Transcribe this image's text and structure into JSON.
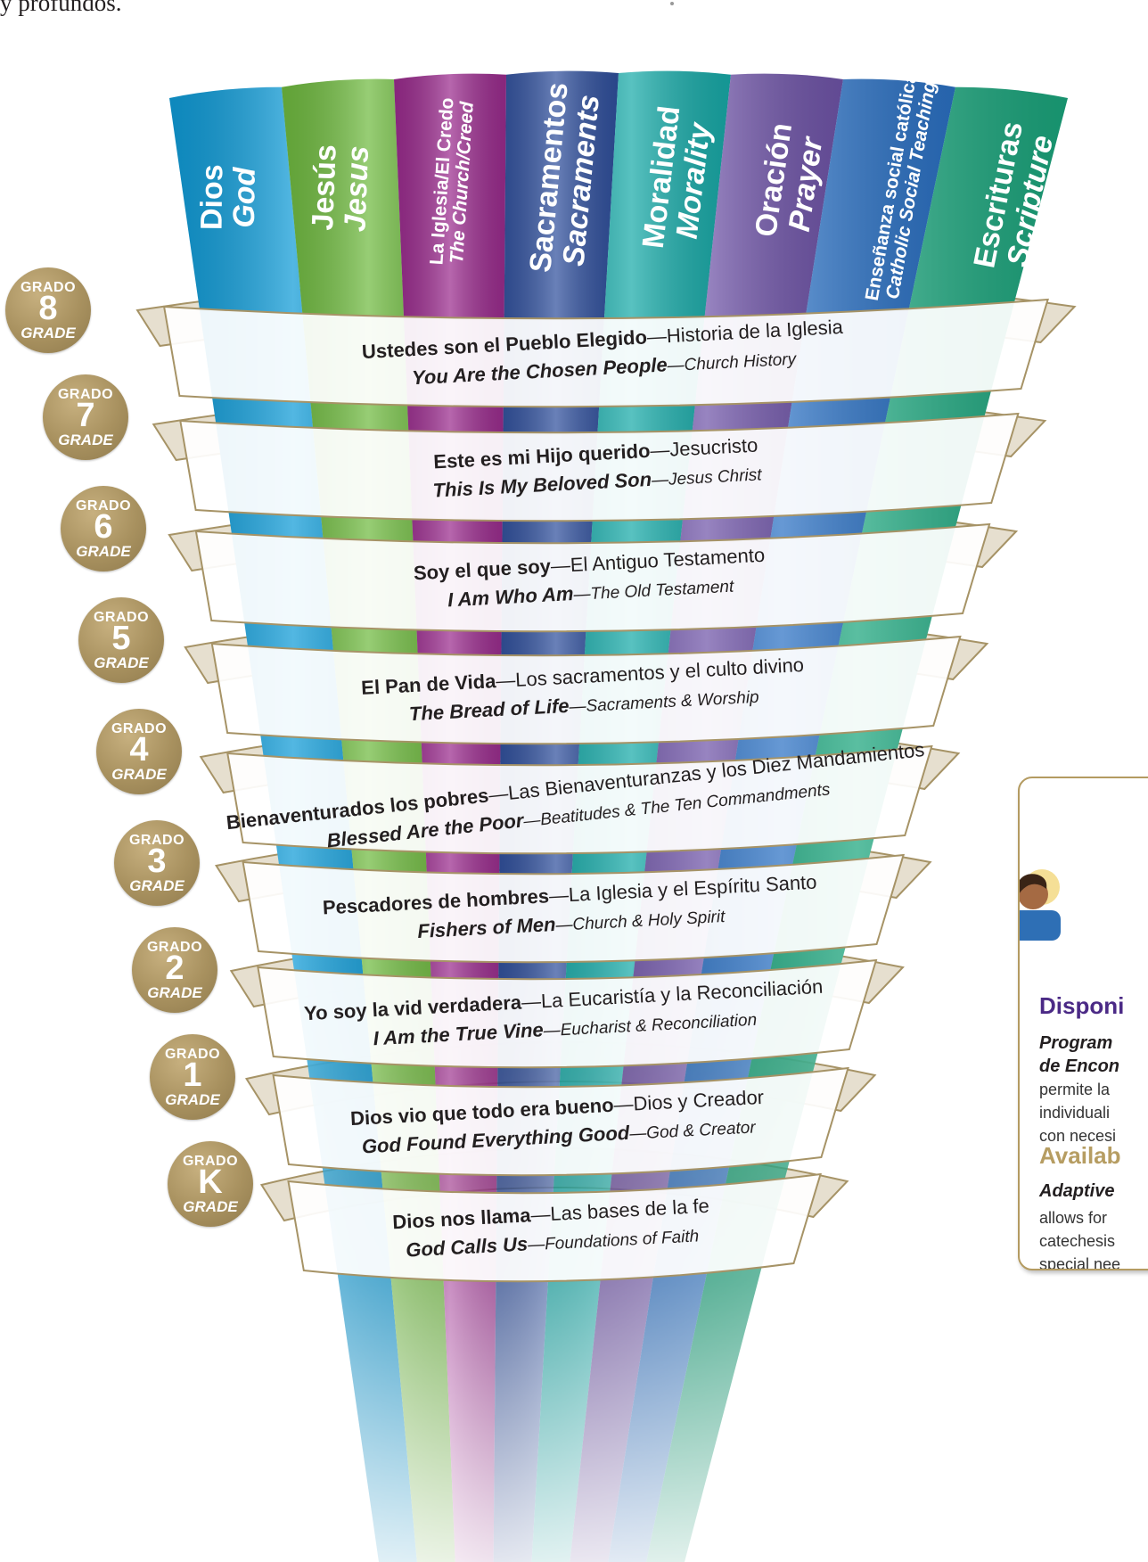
{
  "intro_text": "y profundos.",
  "strands": [
    {
      "es": "Dios",
      "en": "God",
      "color": "#0f9bd7"
    },
    {
      "es": "Jesús",
      "en": "Jesus",
      "color": "#6fba3f"
    },
    {
      "es": "La Iglesia/El Credo",
      "en": "The Church/Creed",
      "color": "#9a2b8d"
    },
    {
      "es": "Sacramentos",
      "en": "Sacraments",
      "color": "#2f4f9c"
    },
    {
      "es": "Moralidad",
      "en": "Morality",
      "color": "#17aaa8"
    },
    {
      "es": "Oración",
      "en": "Prayer",
      "color": "#6f54a8"
    },
    {
      "es": "Enseñanza social católica",
      "en": "Catholic Social Teaching",
      "color": "#2b71c4"
    },
    {
      "es": "Escrituras",
      "en": "Scripture",
      "color": "#1aa57c"
    }
  ],
  "grade_badge": {
    "top": "GRADO",
    "bottom": "GRADE"
  },
  "grades": [
    {
      "grade": "8",
      "es_title": "Ustedes son el Pueblo Elegido",
      "es_topic": "Historia de la Iglesia",
      "en_title": "You Are the Chosen People",
      "en_topic": "Church History"
    },
    {
      "grade": "7",
      "es_title": "Este es mi Hijo querido",
      "es_topic": "Jesucristo",
      "en_title": "This Is My Beloved Son",
      "en_topic": "Jesus Christ"
    },
    {
      "grade": "6",
      "es_title": "Soy el que soy",
      "es_topic": "El Antiguo Testamento",
      "en_title": "I Am Who Am",
      "en_topic": "The Old Testament"
    },
    {
      "grade": "5",
      "es_title": "El Pan de Vida",
      "es_topic": "Los sacramentos y el culto divino",
      "en_title": "The Bread of Life",
      "en_topic": "Sacraments & Worship"
    },
    {
      "grade": "4",
      "es_title": "Bienaventurados los pobres",
      "es_topic": "Las Bienaventuranzas y los Diez Mandamientos",
      "en_title": "Blessed Are the Poor",
      "en_topic": "Beatitudes & The Ten Commandments"
    },
    {
      "grade": "3",
      "es_title": "Pescadores de hombres",
      "es_topic": "La Iglesia y el Espíritu Santo",
      "en_title": "Fishers of Men",
      "en_topic": "Church & Holy Spirit"
    },
    {
      "grade": "2",
      "es_title": "Yo soy la vid verdadera",
      "es_topic": "La Eucaristía y la Reconciliación",
      "en_title": "I Am the True Vine",
      "en_topic": "Eucharist & Reconciliation"
    },
    {
      "grade": "1",
      "es_title": "Dios vio que todo era bueno",
      "es_topic": "Dios y Creador",
      "en_title": "God Found Everything Good",
      "en_topic": "God & Creator"
    },
    {
      "grade": "K",
      "es_title": "Dios nos llama",
      "es_topic": "Las bases de la fe",
      "en_title": "God Calls Us",
      "en_topic": "Foundations of Faith"
    }
  ],
  "sidebar": {
    "heading_es": "Disponi",
    "program_es_1": "Program",
    "program_es_2": "de Encon",
    "body_es": "permite la\nindividuali\ncon necesi",
    "heading_en": "Availab",
    "adaptive": "Adaptive",
    "body_en": "allows for\ncatechesis\nspecial nee"
  },
  "colors": {
    "ribbon_fill": "#ffffff",
    "ribbon_back": "#e6dfcf",
    "ribbon_stroke": "#a69366",
    "badge": "#a8915f",
    "heading_es": "#4b2a86",
    "heading_en": "#b69d62"
  }
}
